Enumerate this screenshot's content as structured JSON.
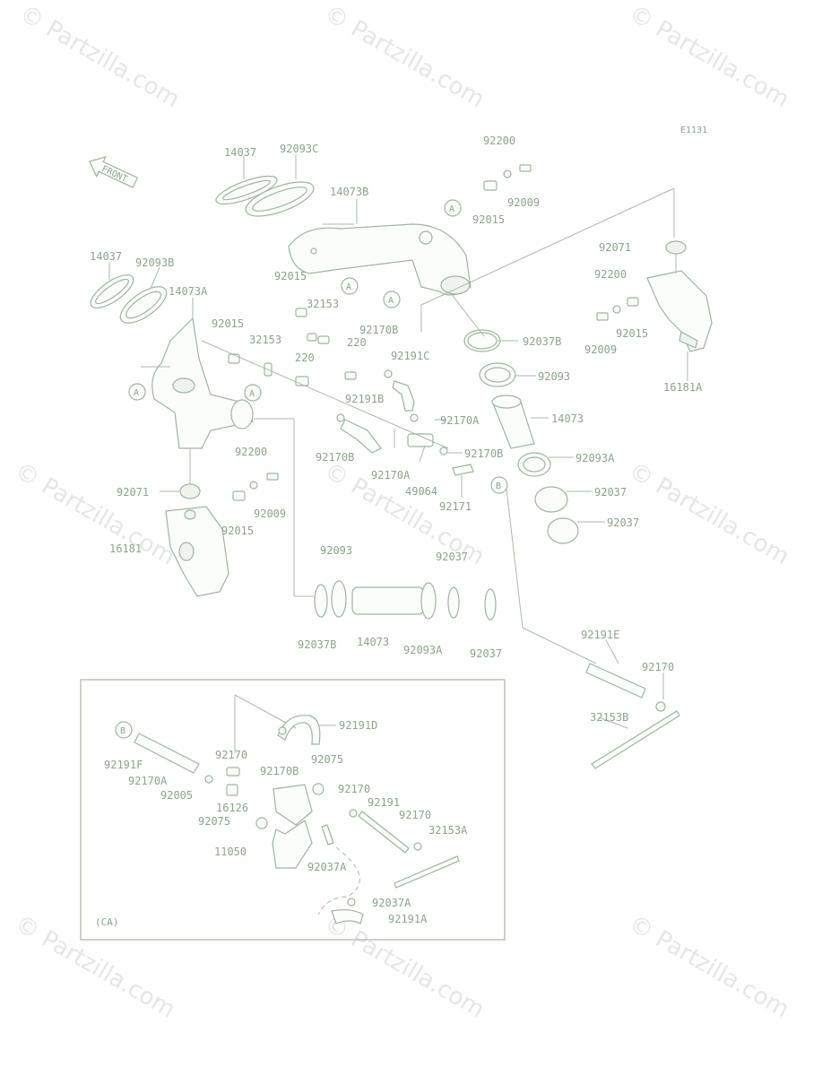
{
  "diagram_code": "E1131",
  "front_label": "FRONT",
  "variant_label": "(CA)",
  "watermark": "© Partzilla.com",
  "ref_markers": {
    "a": "A",
    "b": "B"
  },
  "part_labels": {
    "p14037_top": "14037",
    "p92093c": "92093C",
    "p14073b": "14073B",
    "p92200_top": "92200",
    "p92009_top": "92009",
    "p92015_top": "92015",
    "p14037_left": "14037",
    "p92093b": "92093B",
    "p14073a": "14073A",
    "p92015_mid": "92015",
    "p32153_a": "32153",
    "p32153_b": "32153",
    "p220_a": "220",
    "p220_b": "220",
    "p92015_left": "92015",
    "p92170b_a": "92170B",
    "p92191c": "92191C",
    "p92191b": "92191B",
    "p92170a_a": "92170A",
    "p92170b_b": "92170B",
    "p92170b_c": "92170B",
    "p92170a_b": "92170A",
    "p49064": "49064",
    "p92171": "92171",
    "p92071_right": "92071",
    "p92200_right": "92200",
    "p92009_right": "92009",
    "p92015_right": "92015",
    "p16181a": "16181A",
    "p92037b_right": "92037B",
    "p92093_right": "92093",
    "p14073_right": "14073",
    "p92093a_right": "92093A",
    "p92037_r1": "92037",
    "p92037_r2": "92037",
    "p92200_left": "92200",
    "p92071_left": "92071",
    "p92009_left": "92009",
    "p92015_left2": "92015",
    "p16181": "16181",
    "p92093_mid": "92093",
    "p92037_mid": "92037",
    "p92037b_mid": "92037B",
    "p14073_mid": "14073",
    "p92093a_mid": "92093A",
    "p92037_mid2": "92037",
    "p92191e": "92191E",
    "p92170_r": "92170",
    "p32153b": "32153B",
    "ca_92191d": "92191D",
    "ca_92170_a": "92170",
    "ca_92191f": "92191F",
    "ca_92170b": "92170B",
    "ca_92075_a": "92075",
    "ca_92170a": "92170A",
    "ca_92005": "92005",
    "ca_92170_b": "92170",
    "ca_16126": "16126",
    "ca_92191": "92191",
    "ca_92075_b": "92075",
    "ca_92170_c": "92170",
    "ca_32153a": "32153A",
    "ca_11050": "11050",
    "ca_92037a_a": "92037A",
    "ca_92037a_b": "92037A",
    "ca_92191a": "92191A"
  }
}
